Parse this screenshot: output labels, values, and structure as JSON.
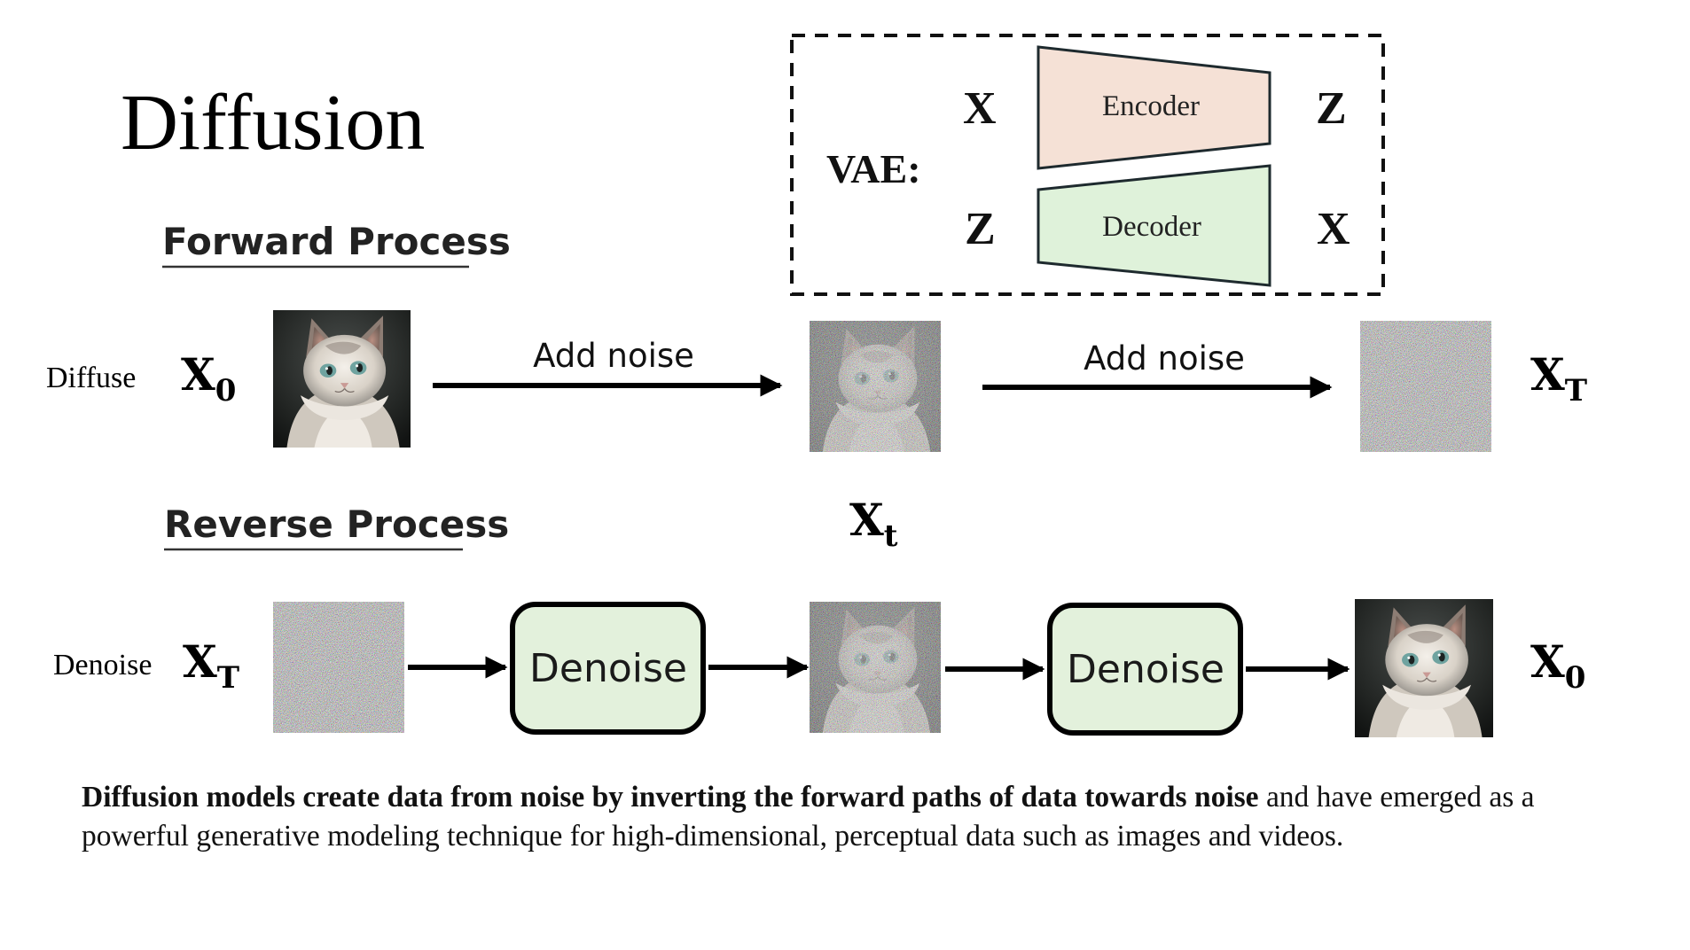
{
  "title": "Diffusion",
  "vae": {
    "label": "VAE:",
    "encoder": {
      "input": "X",
      "label": "Encoder",
      "output": "Z",
      "fill": "#f5e1d6"
    },
    "decoder": {
      "input": "Z",
      "label": "Decoder",
      "output": "X",
      "fill": "#dff2da"
    }
  },
  "forward": {
    "heading": "Forward Process",
    "row_label": "Diffuse",
    "start_var": "X",
    "start_sub": "0",
    "arrow_label_1": "Add noise",
    "arrow_label_2": "Add noise",
    "end_var": "X",
    "end_sub": "T"
  },
  "middle_state": {
    "var": "X",
    "sub": "t"
  },
  "reverse": {
    "heading": "Reverse Process",
    "row_label": "Denoise",
    "start_var": "X",
    "start_sub": "T",
    "block_1": "Denoise",
    "block_2": "Denoise",
    "end_var": "X",
    "end_sub": "0",
    "block_fill": "#e3f1dc"
  },
  "caption": {
    "bold": "Diffusion models create data from noise by inverting the forward paths of data towards noise",
    "rest": " and have emerged as a powerful generative modeling technique for high-dimensional, perceptual data such as images and videos."
  },
  "images": {
    "clean": "cat-photo",
    "partial": "partially-noised-cat",
    "noise": "pure-noise"
  }
}
